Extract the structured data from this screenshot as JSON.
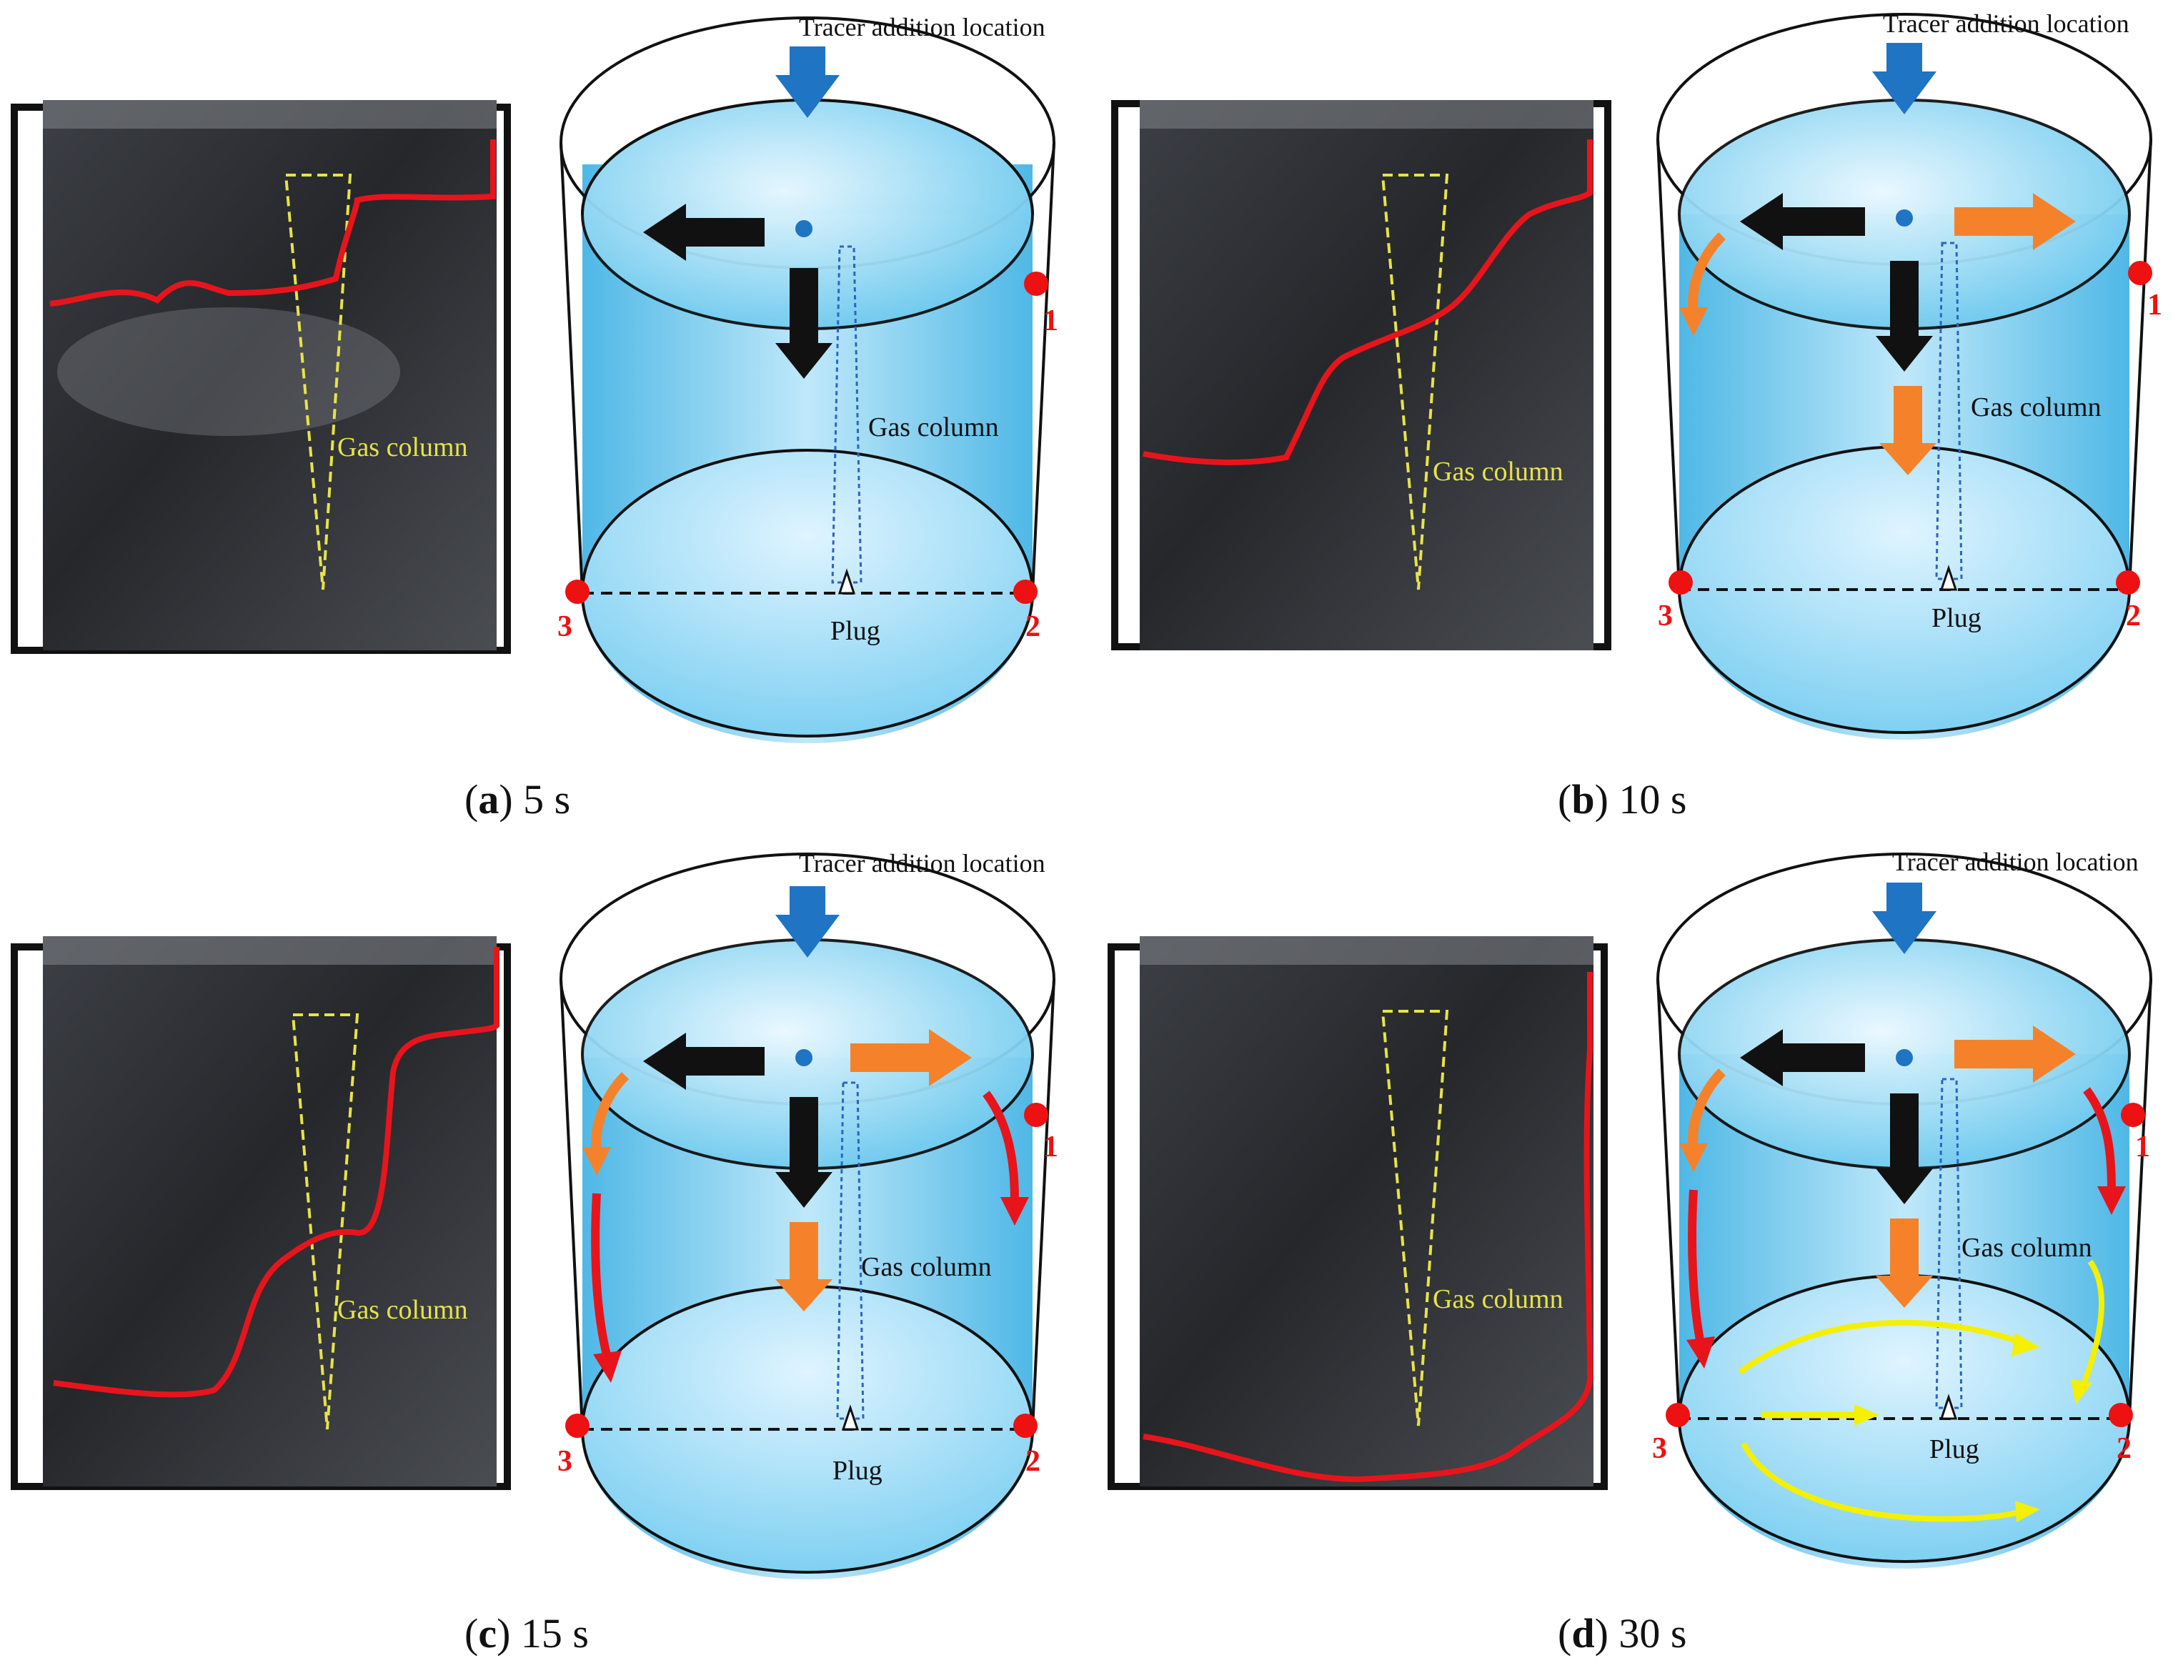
{
  "labels": {
    "tracer": "Tracer addition location",
    "gas_column": "Gas column",
    "plug": "Plug",
    "point1": "1",
    "point2": "2",
    "point3": "3"
  },
  "panels": [
    {
      "letter": "a",
      "time": "5 s"
    },
    {
      "letter": "b",
      "time": "10 s"
    },
    {
      "letter": "c",
      "time": "15 s"
    },
    {
      "letter": "d",
      "time": "30 s"
    }
  ],
  "colors": {
    "water": "#6cc8ef",
    "tracer_arrow": "#1f74c4",
    "black_arrow": "#111111",
    "orange_arrow": "#f5822a",
    "red_flow": "#e8141c",
    "yellow_flow": "#f4f000",
    "point": "#ee1111",
    "gas_column_photo": "#e8e24a"
  }
}
